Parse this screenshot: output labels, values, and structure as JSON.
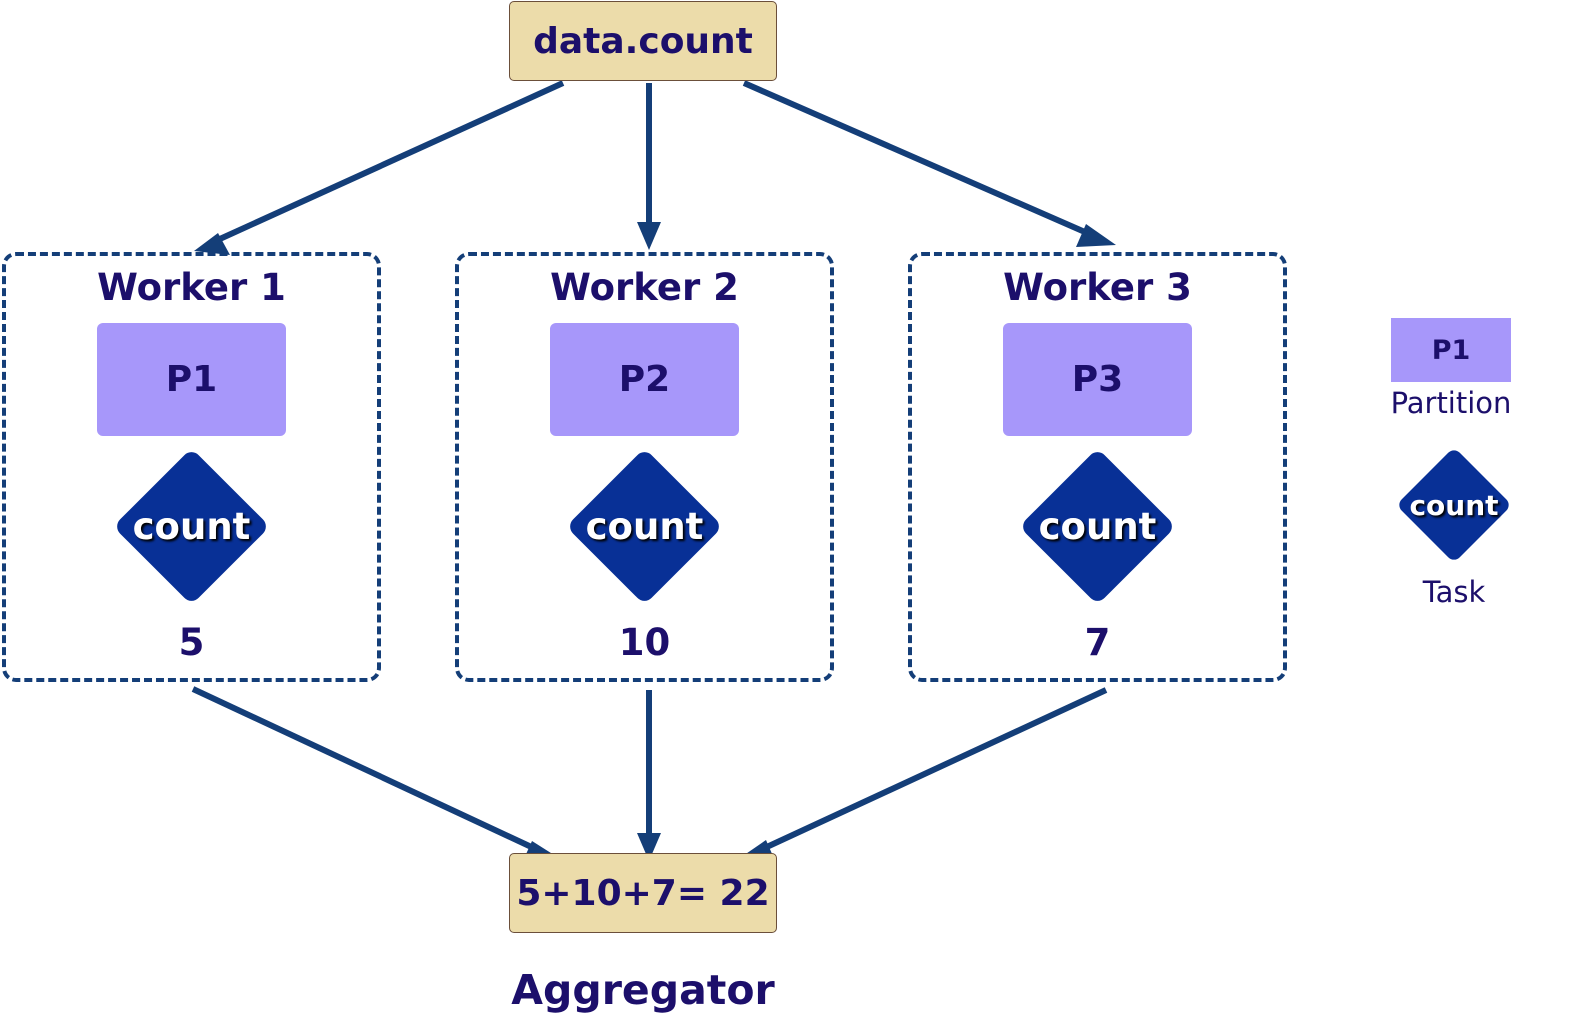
{
  "source": {
    "label": "data.count"
  },
  "workers": [
    {
      "title": "Worker 1",
      "partition": "P1",
      "task": "count",
      "result": "5"
    },
    {
      "title": "Worker 2",
      "partition": "P2",
      "task": "count",
      "result": "10"
    },
    {
      "title": "Worker 3",
      "partition": "P3",
      "task": "count",
      "result": "7"
    }
  ],
  "aggregator": {
    "expression": "5+10+7= 22",
    "title": "Aggregator"
  },
  "legend": {
    "partition_sample": "P1",
    "partition_label": "Partition",
    "task_sample": "count",
    "task_label": "Task"
  },
  "colors": {
    "box_fill": "#ecdcaa",
    "partition_fill": "#a797fa",
    "task_fill": "#083096",
    "arrow": "#143e78",
    "text": "#1c0f6b"
  }
}
